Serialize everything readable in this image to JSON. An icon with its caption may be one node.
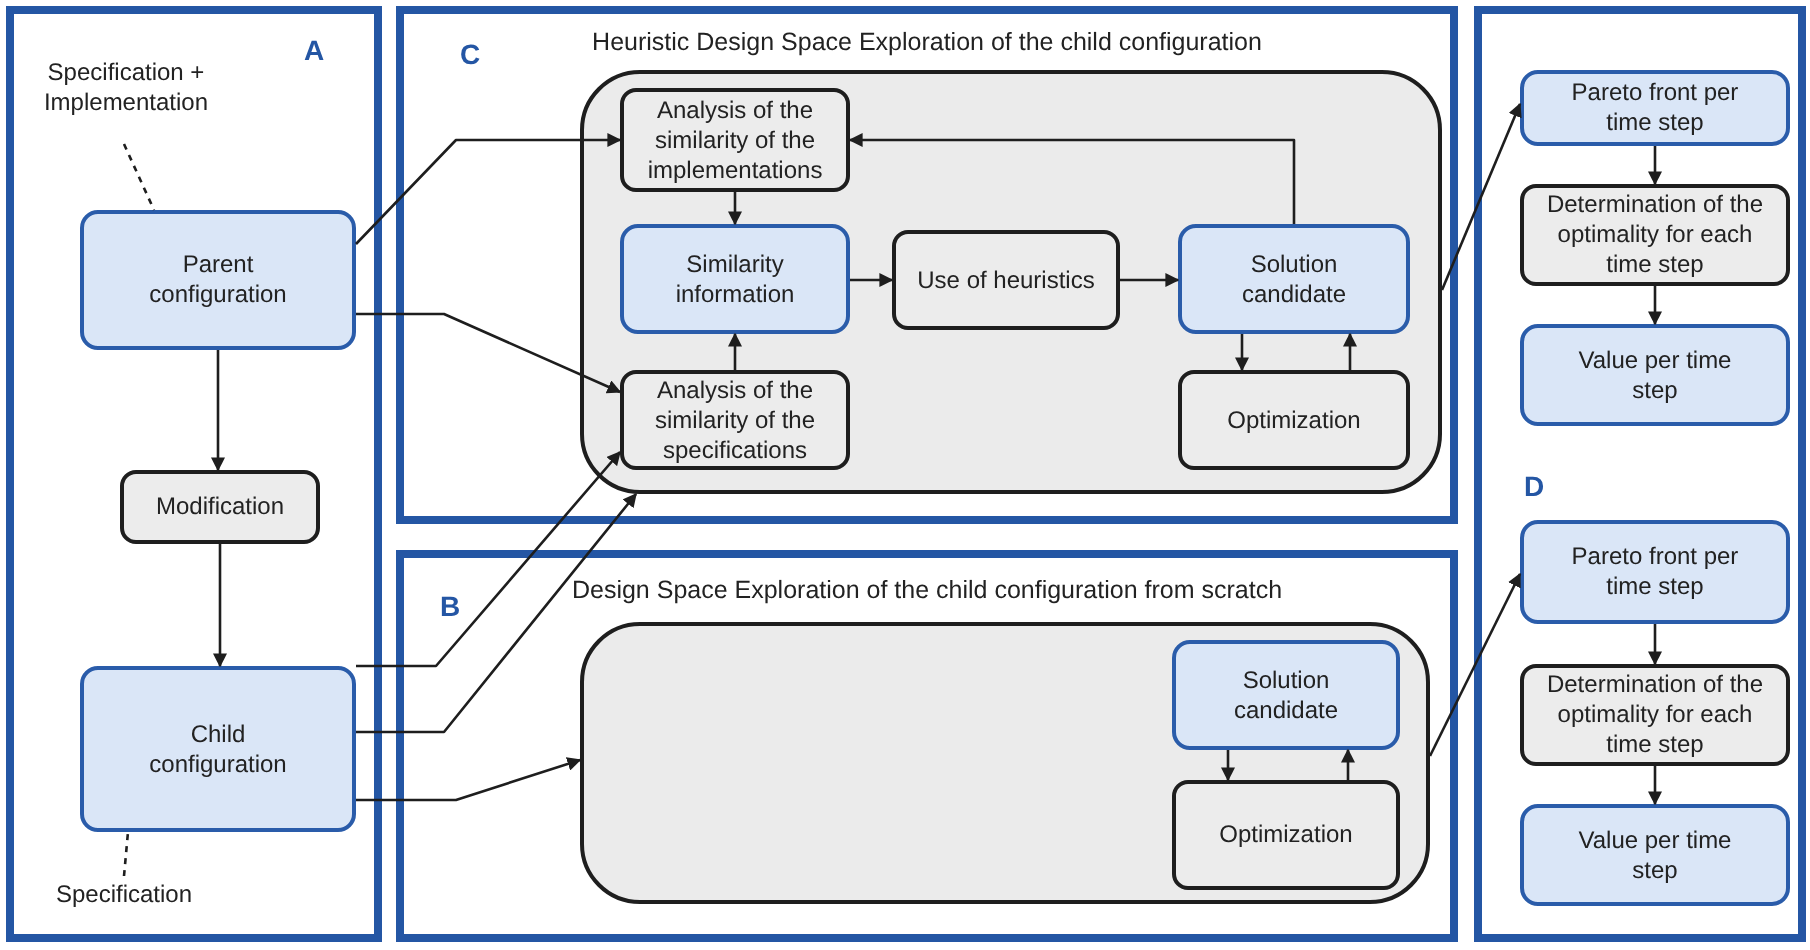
{
  "diagram": {
    "nodes": [
      {
        "text": [
          "A"
        ]
      },
      {
        "text": [
          "Specification + Implementation"
        ],
        "in": 0
      },
      {
        "text": [
          "Parent configuration"
        ],
        "in": 0
      },
      {
        "text": [
          "Modification"
        ],
        "in": 0
      },
      {
        "text": [
          "Child configuration"
        ],
        "in": 0
      },
      {
        "text": [
          "Specification"
        ],
        "in": 0
      },
      {
        "text": [
          "C",
          "Heuristic Design Space Exploration of the child configuration"
        ]
      },
      {
        "text": [],
        "shape": "box",
        "in": 6
      },
      {
        "text": [
          "Analysis of the similarity of the implementations"
        ],
        "in": 7
      },
      {
        "text": [
          "Similarity information"
        ],
        "in": 7
      },
      {
        "text": [
          "Analysis of the similarity of the specifications"
        ],
        "in": 7
      },
      {
        "text": [
          "Use of heuristics"
        ],
        "in": 7
      },
      {
        "text": [
          "Solution candidate"
        ],
        "in": 7
      },
      {
        "text": [
          "Optimization"
        ],
        "in": 7
      },
      {
        "text": [
          "B",
          "Design Space Exploration of the child configuration from scratch"
        ]
      },
      {
        "text": [],
        "shape": "box",
        "in": 14
      },
      {
        "text": [
          "Solution candidate"
        ],
        "in": 15
      },
      {
        "text": [
          "Optimization"
        ],
        "in": 15
      },
      {
        "text": [
          "D"
        ]
      },
      {
        "text": [
          "Pareto front per time step"
        ],
        "in": 18
      },
      {
        "text": [
          "Determination of the optimality for each time step"
        ],
        "in": 18
      },
      {
        "text": [
          "Value per time step"
        ],
        "in": 18
      },
      {
        "text": [
          "Pareto front per time step"
        ],
        "in": 18
      },
      {
        "text": [
          "Determination of the optimality for each time step"
        ],
        "in": 18
      },
      {
        "text": [
          "Value per time step"
        ],
        "in": 18
      }
    ],
    "edges": [
      {
        "from": 1,
        "to": 2,
        "arrow": "none",
        "style": "dashed"
      },
      {
        "from": 5,
        "to": 4,
        "arrow": "none",
        "style": "dashed"
      },
      {
        "from": 2,
        "to": 3,
        "arrow": "to"
      },
      {
        "from": 3,
        "to": 4,
        "arrow": "to"
      },
      {
        "from": 2,
        "to": 8,
        "arrow": "to"
      },
      {
        "from": 2,
        "to": 10,
        "arrow": "to"
      },
      {
        "from": 4,
        "to": 10,
        "arrow": "to"
      },
      {
        "from": 4,
        "to": 7,
        "arrow": "to"
      },
      {
        "from": 4,
        "to": 15,
        "arrow": "to"
      },
      {
        "from": 8,
        "to": 9,
        "arrow": "to"
      },
      {
        "from": 10,
        "to": 9,
        "arrow": "to"
      },
      {
        "from": 9,
        "to": 11,
        "arrow": "to"
      },
      {
        "from": 11,
        "to": 12,
        "arrow": "to"
      },
      {
        "from": 12,
        "to": 8,
        "arrow": "to"
      },
      {
        "from": 12,
        "to": 13,
        "arrow": "to"
      },
      {
        "from": 13,
        "to": 12,
        "arrow": "to"
      },
      {
        "from": 7,
        "to": 19,
        "arrow": "to"
      },
      {
        "from": 15,
        "to": 22,
        "arrow": "to"
      },
      {
        "from": 16,
        "to": 17,
        "arrow": "to"
      },
      {
        "from": 17,
        "to": 16,
        "arrow": "to"
      },
      {
        "from": 19,
        "to": 20,
        "arrow": "to"
      },
      {
        "from": 20,
        "to": 21,
        "arrow": "to"
      },
      {
        "from": 22,
        "to": 23,
        "arrow": "to"
      },
      {
        "from": 23,
        "to": 24,
        "arrow": "to"
      }
    ]
  }
}
